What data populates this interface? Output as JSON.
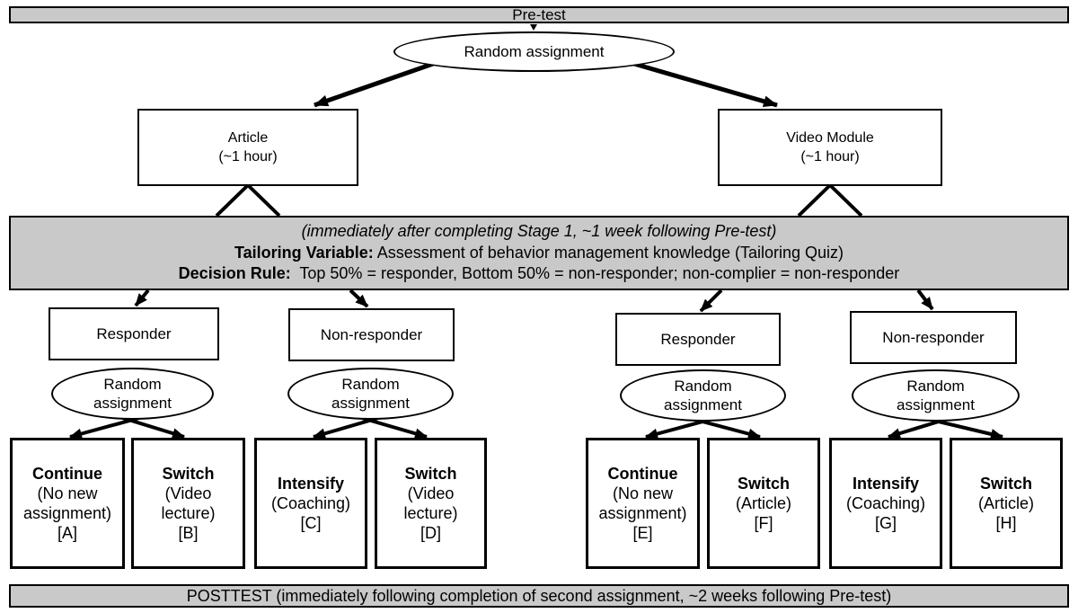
{
  "colors": {
    "band_fill": "#c9c9c9",
    "line": "#000000"
  },
  "pretest_bar": {
    "label": "Pre-test"
  },
  "stage1": {
    "random_assignment_label": "Random assignment",
    "arms": [
      {
        "name": "Article",
        "duration": "(~1 hour)"
      },
      {
        "name": "Video Module",
        "duration": "(~1 hour)"
      }
    ]
  },
  "tailoring_band": {
    "timing_note": "(immediately after completing Stage 1, ~1 week following Pre-test)",
    "tailoring_variable_label": "Tailoring Variable:",
    "tailoring_variable_text": "Assessment of behavior management knowledge (Tailoring Quiz)",
    "decision_rule_label": "Decision Rule:",
    "decision_rule_text": "Top 50% = responder, Bottom 50% = non-responder; non-complier = non-responder"
  },
  "stage2": {
    "response_groups": [
      {
        "label": "Responder"
      },
      {
        "label": "Non-responder"
      },
      {
        "label": "Responder"
      },
      {
        "label": "Non-responder"
      }
    ],
    "random_assignment_label": "Random assignment",
    "second_assignments": [
      {
        "action": "Continue",
        "detail": "(No new assignment)",
        "code": "[A]"
      },
      {
        "action": "Switch",
        "detail": "(Video lecture)",
        "code": "[B]"
      },
      {
        "action": "Intensify",
        "detail": "(Coaching)",
        "code": "[C]"
      },
      {
        "action": "Switch",
        "detail": "(Video lecture)",
        "code": "[D]"
      },
      {
        "action": "Continue",
        "detail": "(No new assignment)",
        "code": "[E]"
      },
      {
        "action": "Switch",
        "detail": "(Article)",
        "code": "[F]"
      },
      {
        "action": "Intensify",
        "detail": "(Coaching)",
        "code": "[G]"
      },
      {
        "action": "Switch",
        "detail": "(Article)",
        "code": "[H]"
      }
    ]
  },
  "posttest_bar": {
    "label": "POSTTEST (immediately following completion of second assignment, ~2 weeks following Pre-test)"
  }
}
